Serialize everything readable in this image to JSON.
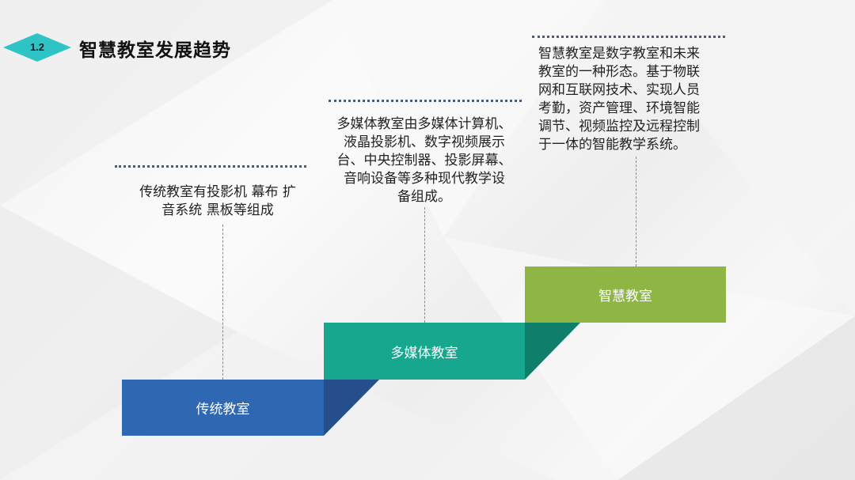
{
  "header": {
    "section_number": "1.2",
    "title": "智慧教室发展趋势",
    "badge_color": "#2ec4c6"
  },
  "stages": [
    {
      "label": "传统教室",
      "color": "#2e67b2",
      "shadow_color": "#244f8a",
      "description": "传统教室有投影机 幕布 扩音系统 黑板等组成"
    },
    {
      "label": "多媒体教室",
      "color": "#17a78f",
      "shadow_color": "#0f7e6b",
      "description": "多媒体教室由多媒体计算机、液晶投影机、数字视频展示台、中央控制器、投影屏幕、音响设备等多种现代教学设备组成。"
    },
    {
      "label": "智慧教室",
      "color": "#8db645",
      "description": "智慧教室是数字教室和未来教室的一种形态。基于物联网和互联网技术、实现人员考勤，资产管理、环境智能调节、视频监控及远程控制于一体的智能教学系统。"
    }
  ],
  "description_lines": {
    "stage1": [
      "传统教室有投影机 幕布 扩",
      "音系统 黑板等组成"
    ],
    "stage2": [
      "多媒体教室由多媒体计算机、",
      "液晶投影机、数字视频展示",
      "台、中央控制器、投影屏幕、",
      "音响设备等多种现代教学设",
      "备组成。"
    ],
    "stage3": [
      "智慧教室是数字教室和未来",
      "教室的一种形态。基于物联",
      "网和互联网技术、实现人员",
      "考勤，资产管理、环境智能",
      "调节、视频监控及远程控制",
      "于一体的智能教学系统。"
    ]
  }
}
